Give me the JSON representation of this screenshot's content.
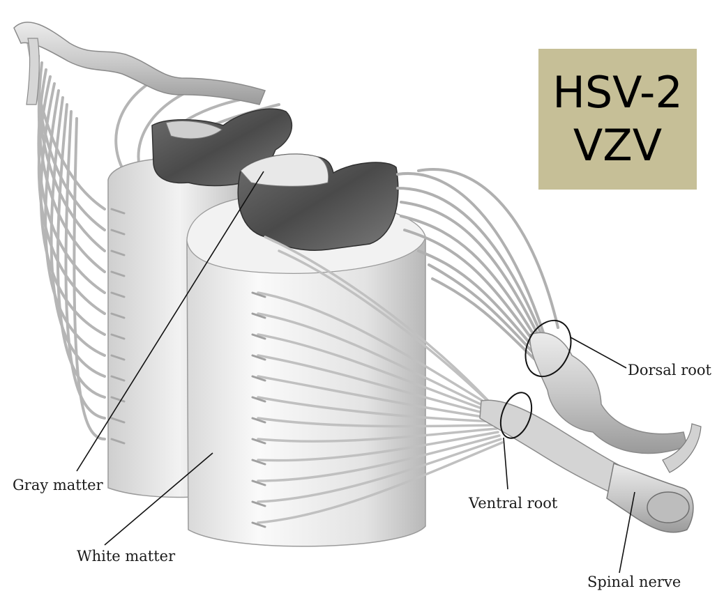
{
  "diagram": {
    "labels": {
      "gray_matter": "Gray matter",
      "white_matter": "White matter",
      "dorsal_root": "Dorsal root",
      "ventral_root": "Ventral root",
      "spinal_nerve": "Spinal nerve"
    },
    "callout": {
      "line1": "HSV-2",
      "line2": "VZV",
      "background": "#c6bf97"
    }
  }
}
